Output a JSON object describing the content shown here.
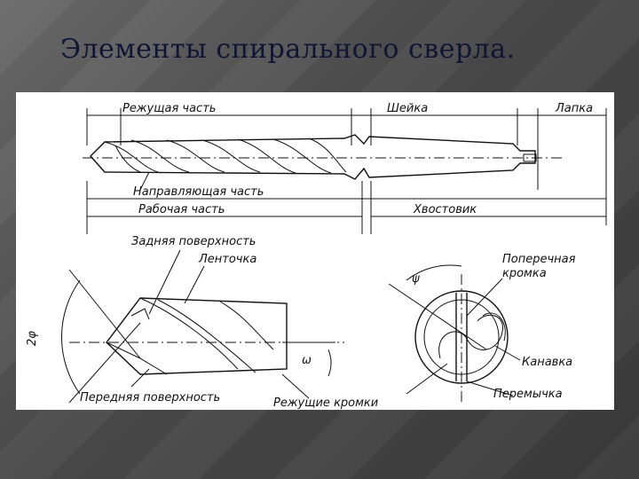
{
  "title": "Элементы спирального сверла.",
  "labels": {
    "cutting_part": "Режущая часть",
    "neck": "Шейка",
    "tang": "Лапка",
    "guiding_part": "Направляющая часть",
    "working_part": "Рабочая часть",
    "shank": "Хвостовик",
    "back_surface": "Задняя поверхность",
    "land": "Ленточка",
    "front_surface": "Передняя поверхность",
    "cutting_edges": "Режущие кромки",
    "transverse_edge": "Поперечная кромка",
    "groove": "Канавка",
    "web": "Перемычка",
    "angle_2phi": "2φ",
    "angle_omega": "ω",
    "angle_psi": "ψ"
  }
}
